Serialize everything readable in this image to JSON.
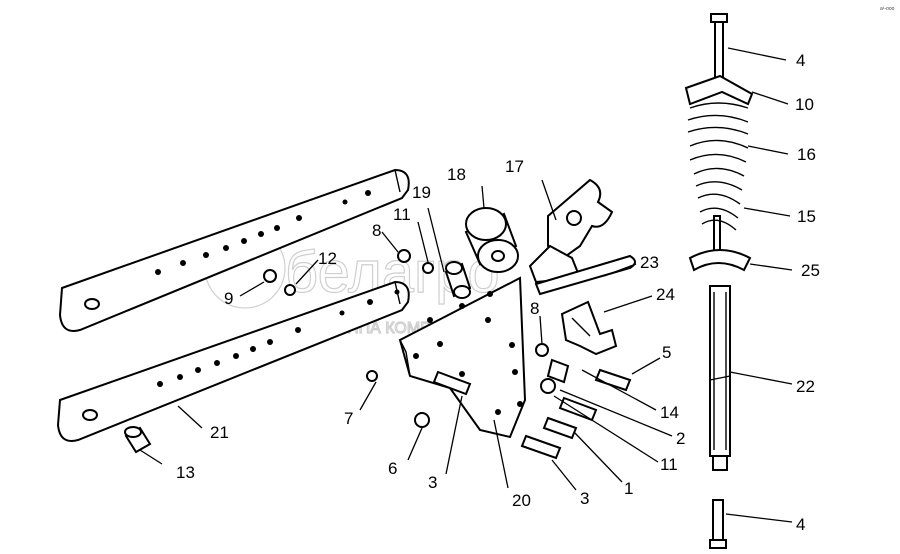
{
  "watermark": {
    "brand": "белагро",
    "subtitle": "ГРУППА КОМПАНИЙ"
  },
  "corner_code": "a¹-ooo",
  "labels": {
    "p4_top": "4",
    "p10": "10",
    "p16": "16",
    "p15": "15",
    "p25": "25",
    "p22": "22",
    "p4_bottom": "4",
    "p17": "17",
    "p18": "18",
    "p19": "19",
    "p11_top": "11",
    "p8_top": "8",
    "p12": "12",
    "p9": "9",
    "p23": "23",
    "p24": "24",
    "p8_mid": "8",
    "p5": "5",
    "p14": "14",
    "p2": "2",
    "p11_bottom": "11",
    "p1": "1",
    "p7": "7",
    "p6": "6",
    "p3_left": "3",
    "p20": "20",
    "p3_right": "3",
    "p21": "21",
    "p13": "13"
  }
}
